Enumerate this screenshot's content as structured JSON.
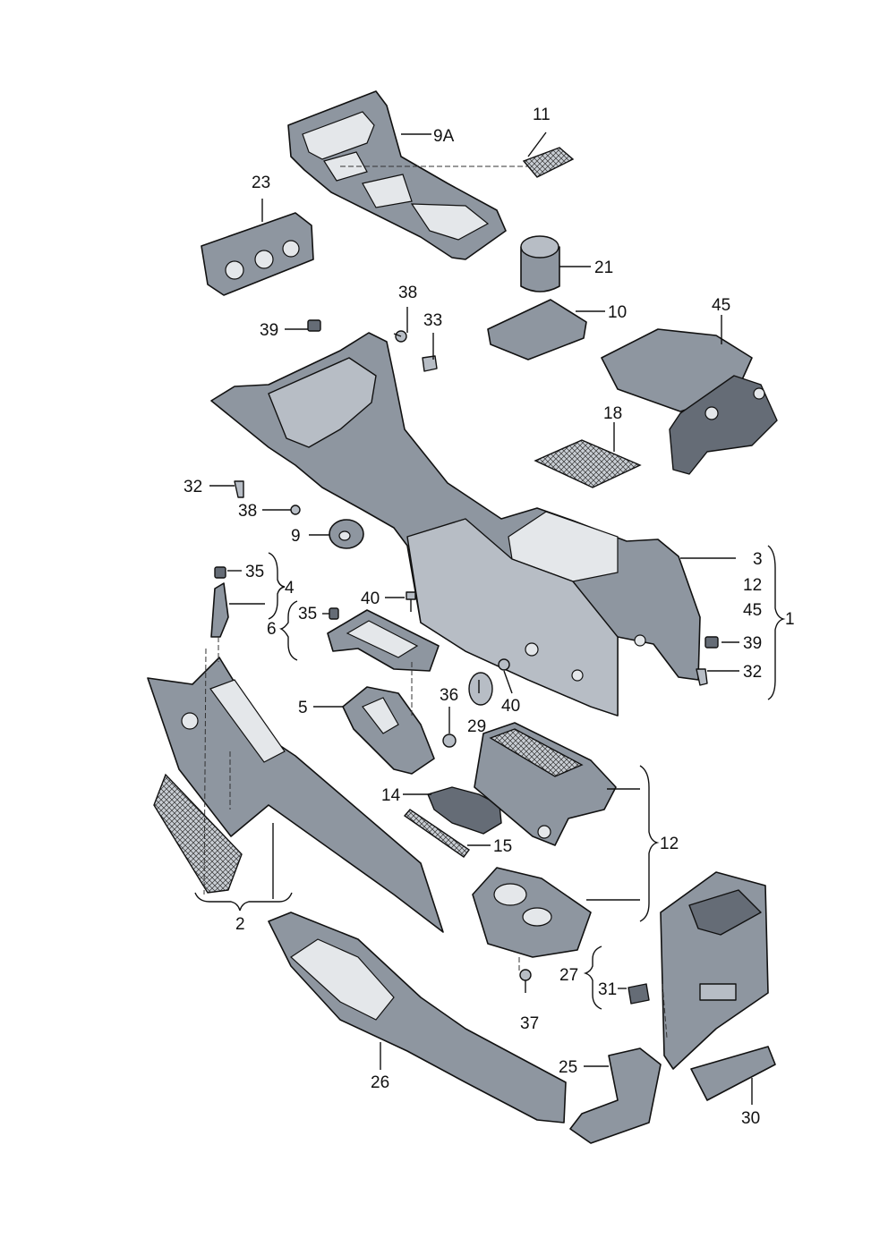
{
  "diagram": {
    "labels": [
      {
        "id": "11",
        "text": "11"
      },
      {
        "id": "9A",
        "text": "9A"
      },
      {
        "id": "23",
        "text": "23"
      },
      {
        "id": "21",
        "text": "21"
      },
      {
        "id": "38a",
        "text": "38"
      },
      {
        "id": "39a",
        "text": "39"
      },
      {
        "id": "33",
        "text": "33"
      },
      {
        "id": "10",
        "text": "10"
      },
      {
        "id": "45a",
        "text": "45"
      },
      {
        "id": "18",
        "text": "18"
      },
      {
        "id": "32a",
        "text": "32"
      },
      {
        "id": "38b",
        "text": "38"
      },
      {
        "id": "9",
        "text": "9"
      },
      {
        "id": "35a",
        "text": "35"
      },
      {
        "id": "4",
        "text": "4"
      },
      {
        "id": "6",
        "text": "6"
      },
      {
        "id": "40a",
        "text": "40"
      },
      {
        "id": "35b",
        "text": "35"
      },
      {
        "id": "3",
        "text": "3"
      },
      {
        "id": "12a",
        "text": "12"
      },
      {
        "id": "45b",
        "text": "45"
      },
      {
        "id": "1",
        "text": "1"
      },
      {
        "id": "39b",
        "text": "39"
      },
      {
        "id": "32b",
        "text": "32"
      },
      {
        "id": "5",
        "text": "5"
      },
      {
        "id": "36",
        "text": "36"
      },
      {
        "id": "29",
        "text": "29"
      },
      {
        "id": "40b",
        "text": "40"
      },
      {
        "id": "14",
        "text": "14"
      },
      {
        "id": "15",
        "text": "15"
      },
      {
        "id": "12b",
        "text": "12"
      },
      {
        "id": "2",
        "text": "2"
      },
      {
        "id": "27",
        "text": "27"
      },
      {
        "id": "31",
        "text": "31"
      },
      {
        "id": "37",
        "text": "37"
      },
      {
        "id": "25",
        "text": "25"
      },
      {
        "id": "26",
        "text": "26"
      },
      {
        "id": "30",
        "text": "30"
      }
    ]
  }
}
